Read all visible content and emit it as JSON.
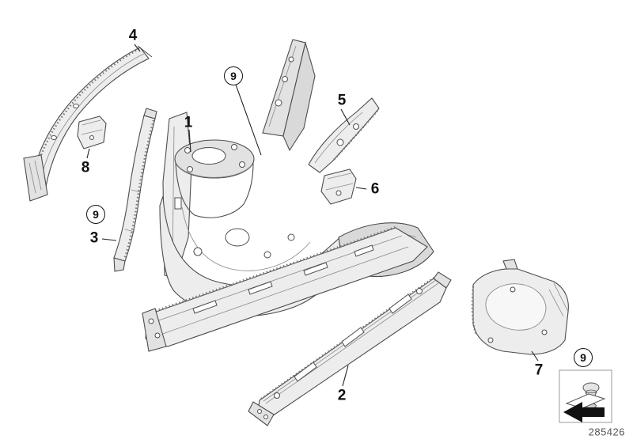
{
  "callouts": {
    "c1": "1",
    "c2": "2",
    "c3": "3",
    "c4": "4",
    "c5": "5",
    "c6": "6",
    "c7": "7",
    "c8": "8",
    "c9_top": "9",
    "c9_left": "9",
    "c9_legend": "9"
  },
  "footer": {
    "diagram_id": "285426"
  }
}
